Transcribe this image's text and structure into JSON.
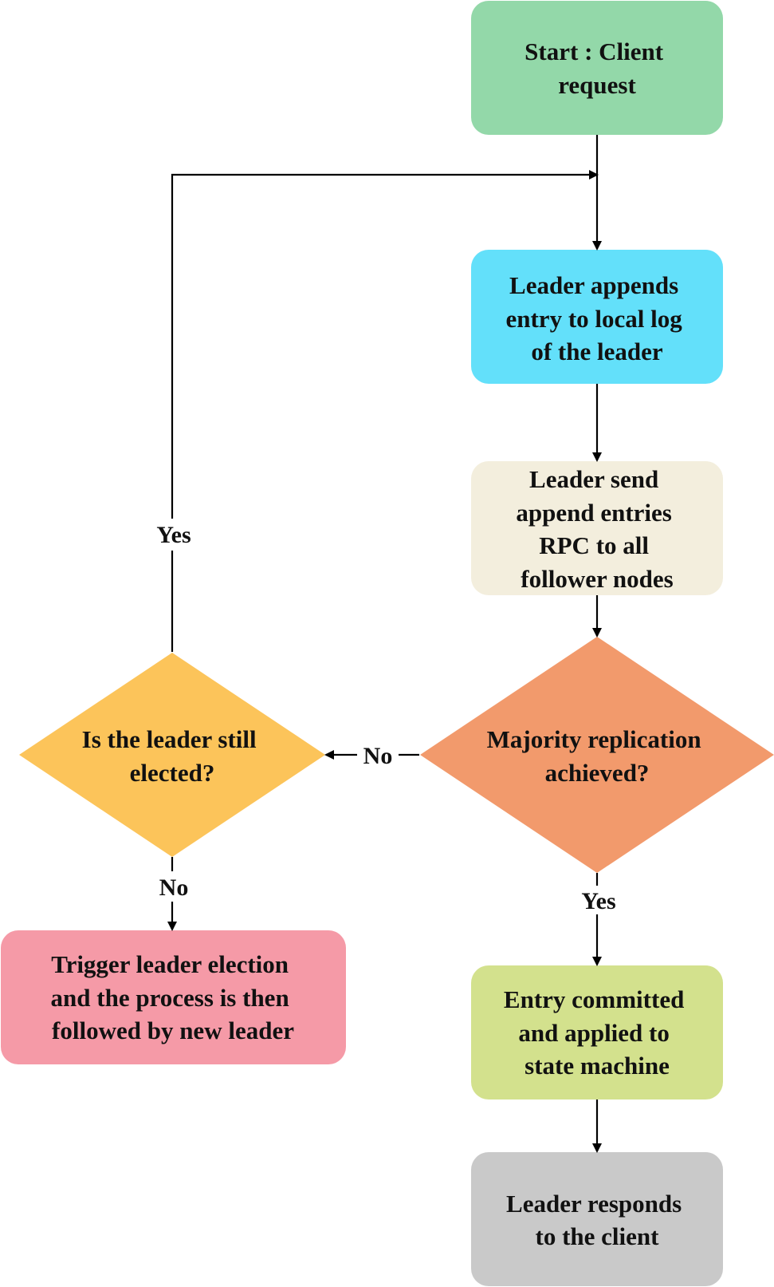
{
  "diagram": {
    "nodes": {
      "start": {
        "lines": [
          "Start : Client",
          "request"
        ],
        "color": "#93d8a9",
        "shape": "rounded-rect"
      },
      "append_log": {
        "lines": [
          "Leader appends",
          "entry to local log",
          "of the leader"
        ],
        "color": "#63e0fa",
        "shape": "rounded-rect"
      },
      "send_rpc": {
        "lines": [
          "Leader send",
          "append entries",
          "RPC to all",
          "follower nodes"
        ],
        "color": "#f3eedd",
        "shape": "rounded-rect"
      },
      "majority": {
        "lines": [
          "Majority replication",
          "achieved?"
        ],
        "color": "#f29a6c",
        "shape": "diamond"
      },
      "still_elected": {
        "lines": [
          "Is the leader still",
          "elected?"
        ],
        "color": "#fcc45a",
        "shape": "diamond"
      },
      "election": {
        "lines": [
          "Trigger leader election",
          "and the process is then",
          "followed by new leader"
        ],
        "color": "#f59aa7",
        "shape": "rounded-rect"
      },
      "committed": {
        "lines": [
          "Entry committed",
          "and applied to",
          "state machine"
        ],
        "color": "#d3e18d",
        "shape": "rounded-rect"
      },
      "respond": {
        "lines": [
          "Leader responds",
          "to the client"
        ],
        "color": "#c9c9c9",
        "shape": "rounded-rect"
      }
    },
    "edges": [
      {
        "from": "start",
        "to": "append_log",
        "label": ""
      },
      {
        "from": "append_log",
        "to": "send_rpc",
        "label": ""
      },
      {
        "from": "send_rpc",
        "to": "majority",
        "label": ""
      },
      {
        "from": "majority",
        "to": "still_elected",
        "label": "No"
      },
      {
        "from": "majority",
        "to": "committed",
        "label": "Yes"
      },
      {
        "from": "still_elected",
        "to": "append_log",
        "label": "Yes"
      },
      {
        "from": "still_elected",
        "to": "election",
        "label": "No"
      },
      {
        "from": "committed",
        "to": "respond",
        "label": ""
      }
    ]
  }
}
